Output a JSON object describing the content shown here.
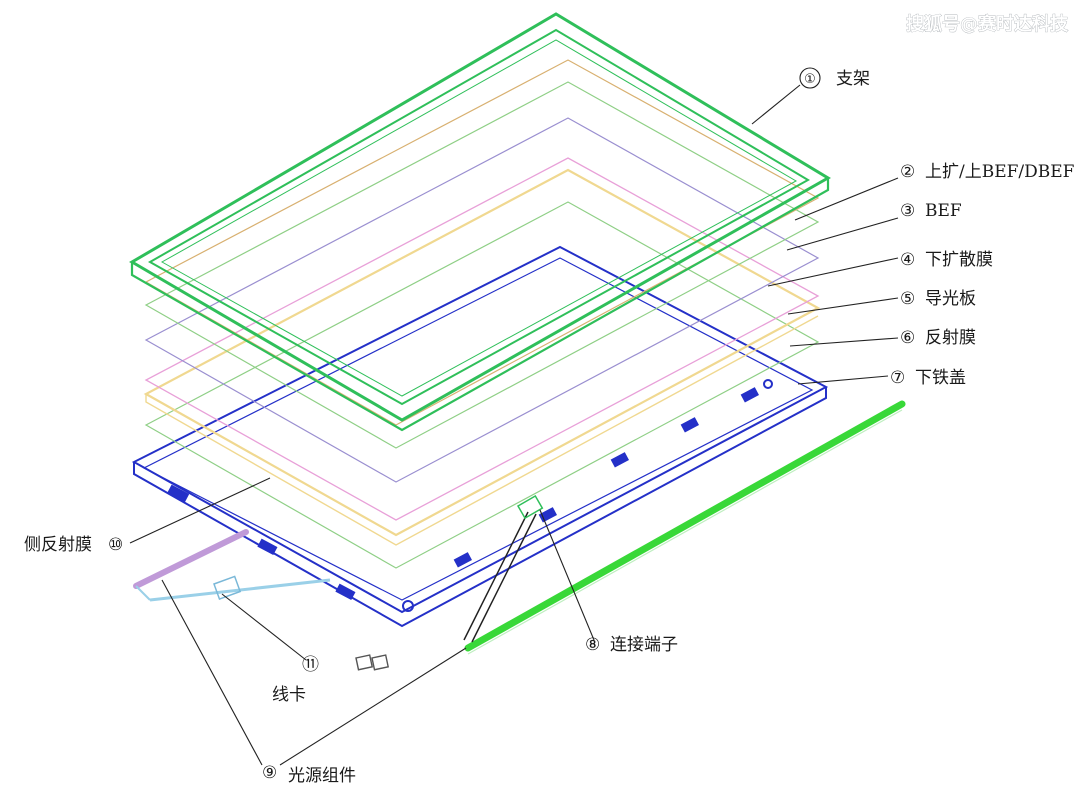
{
  "watermark": "搜狐号@赛时达科技",
  "colors": {
    "frame": "#2fbf5a",
    "film_top": "#d8b070",
    "bef": "#8fcf86",
    "lower_diffuser": "#9a8fd0",
    "light_guide": "#f0d890",
    "reflector": "#e8a0d8",
    "iron_cover": "#2430c8",
    "led_bar": "#38d838",
    "light_source": "#9ad0e8"
  },
  "parts": [
    {
      "id": "p1",
      "number": "①",
      "label": "支架",
      "icon": "frame"
    },
    {
      "id": "p2",
      "number": "②",
      "label": "上扩/上BEF/DBEF",
      "icon": "film"
    },
    {
      "id": "p3",
      "number": "③",
      "label": "BEF",
      "icon": "film"
    },
    {
      "id": "p4",
      "number": "④",
      "label": "下扩散膜",
      "icon": "film"
    },
    {
      "id": "p5",
      "number": "⑤",
      "label": "导光板",
      "icon": "plate"
    },
    {
      "id": "p6",
      "number": "⑥",
      "label": "反射膜",
      "icon": "film"
    },
    {
      "id": "p7",
      "number": "⑦",
      "label": "下铁盖",
      "icon": "cover"
    },
    {
      "id": "p8",
      "number": "⑧",
      "label": "连接端子",
      "icon": "connector"
    },
    {
      "id": "p9",
      "number": "⑨",
      "label": "光源组件",
      "icon": "led-bar"
    },
    {
      "id": "p10",
      "number": "⑩",
      "label": "侧反射膜",
      "icon": "film"
    },
    {
      "id": "p11",
      "number": "⑪",
      "label": "线卡",
      "icon": "clip"
    }
  ]
}
